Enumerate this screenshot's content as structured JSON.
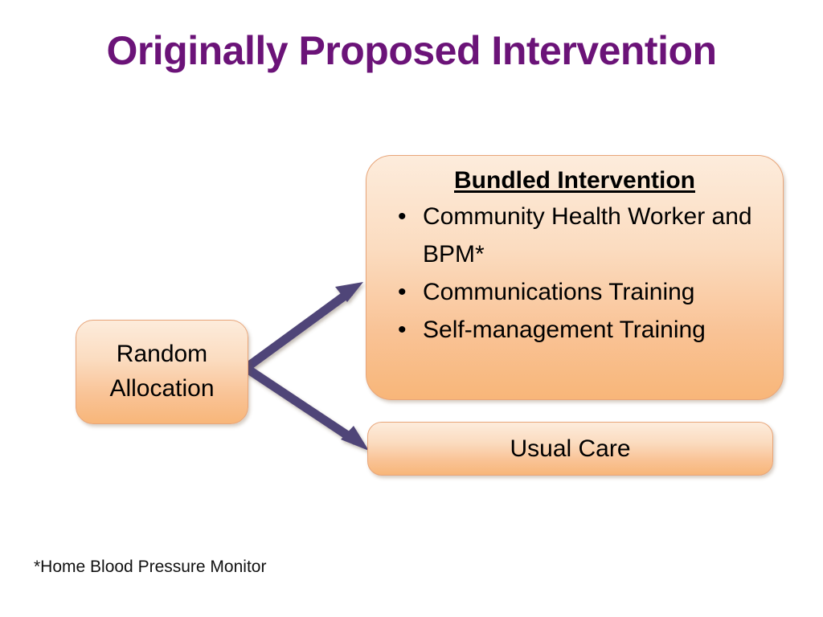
{
  "slide": {
    "title": "Originally Proposed Intervention",
    "title_color": "#6B1378",
    "background_color": "#FFFFFF",
    "footnote": "*Home Blood Pressure Monitor"
  },
  "palette": {
    "box_fill_top": "#FDECDC",
    "box_fill_bottom": "#F8B679",
    "box_border": "#E8A579",
    "arrow_color": "#4F4578",
    "text_color": "#000000"
  },
  "diagram": {
    "type": "flowchart",
    "nodes": [
      {
        "id": "random-allocation",
        "label": "Random Allocation",
        "line1": "Random",
        "line2": "Allocation"
      },
      {
        "id": "bundled-intervention",
        "heading": "Bundled Intervention",
        "bullet_glyph": "•",
        "bullets": [
          "Community Health Worker and BPM*",
          "Communications Training",
          "Self-management Training"
        ]
      },
      {
        "id": "usual-care",
        "label": "Usual Care"
      }
    ],
    "edges": [
      {
        "id": "edge-random-to-bundled",
        "from": "random-allocation",
        "to": "bundled-intervention"
      },
      {
        "id": "edge-random-to-usual",
        "from": "random-allocation",
        "to": "usual-care"
      }
    ]
  }
}
